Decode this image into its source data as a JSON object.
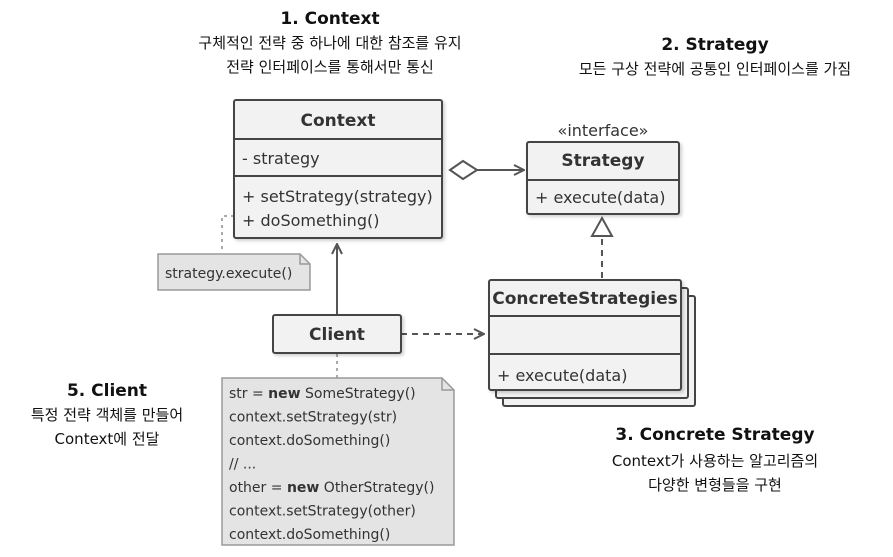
{
  "captions": {
    "context": {
      "title": "1. Context",
      "lines": [
        "구체적인 전략 중 하나에 대한 참조를 유지",
        "전략 인터페이스를 통해서만 통신"
      ]
    },
    "strategy": {
      "title": "2. Strategy",
      "lines": [
        "모든 구상 전략에 공통인 인터페이스를 가짐"
      ]
    },
    "concrete": {
      "title": "3. Concrete Strategy",
      "lines": [
        "Context가 사용하는 알고리즘의",
        "다양한 변형들을 구현"
      ]
    },
    "client": {
      "title": "5. Client",
      "lines": [
        "특정 전략 객체를 만들어",
        "Context에 전달"
      ]
    }
  },
  "context_class": {
    "name": "Context",
    "fields": [
      "- strategy"
    ],
    "methods": [
      "+ setStrategy(strategy)",
      "+ doSomething()"
    ]
  },
  "strategy_class": {
    "stereotype": "«interface»",
    "name": "Strategy",
    "methods": [
      "+ execute(data)"
    ]
  },
  "concrete_class": {
    "name": "ConcreteStrategies",
    "methods": [
      "+ execute(data)"
    ]
  },
  "client_class": {
    "name": "Client"
  },
  "notes": {
    "context_note": "strategy.execute()",
    "client_note": {
      "lines": [
        {
          "kw": "",
          "pre": "str = ",
          "bold": "new",
          "post": " SomeStrategy()"
        },
        {
          "kw": "",
          "pre": "context.setStrategy(str)",
          "bold": "",
          "post": ""
        },
        {
          "kw": "",
          "pre": "context.doSomething()",
          "bold": "",
          "post": ""
        },
        {
          "kw": "",
          "pre": "// ...",
          "bold": "",
          "post": ""
        },
        {
          "kw": "",
          "pre": "other = ",
          "bold": "new",
          "post": " OtherStrategy()"
        },
        {
          "kw": "",
          "pre": "context.setStrategy(other)",
          "bold": "",
          "post": ""
        },
        {
          "kw": "",
          "pre": "context.doSomething()",
          "bold": "",
          "post": ""
        }
      ]
    }
  },
  "colors": {
    "box_fill": "#f2f2f2",
    "box_stroke": "#444444",
    "note_fill": "#e4e4e4",
    "note_stroke": "#9a9a9a",
    "connector": "#555555"
  }
}
